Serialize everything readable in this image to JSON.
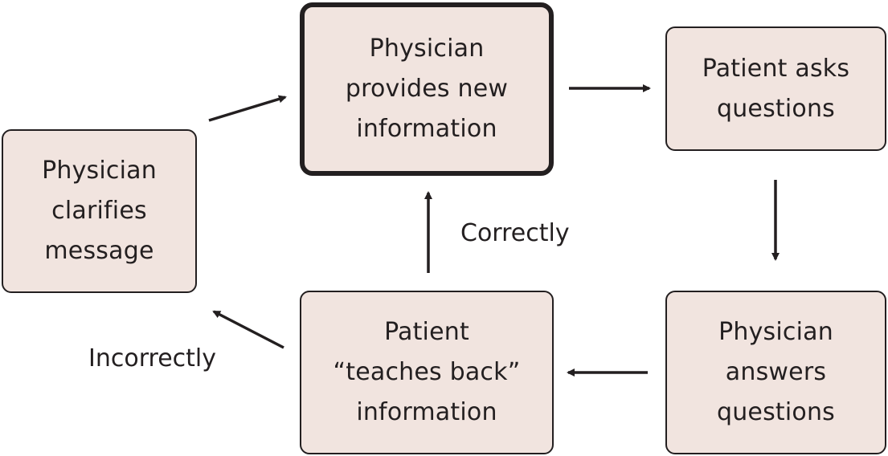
{
  "nodes": {
    "physician_provides": "Physician\nprovides new\ninformation",
    "patient_asks": "Patient asks\nquestions",
    "physician_answers": "Physician\nanswers\nquestions",
    "patient_teaches_back": "Patient\n“teaches back”\ninformation",
    "physician_clarifies": "Physician\nclarifies\nmessage"
  },
  "edge_labels": {
    "correctly": "Correctly",
    "incorrectly": "Incorrectly"
  },
  "colors": {
    "box_fill": "#f1e4df",
    "stroke": "#231f20"
  }
}
